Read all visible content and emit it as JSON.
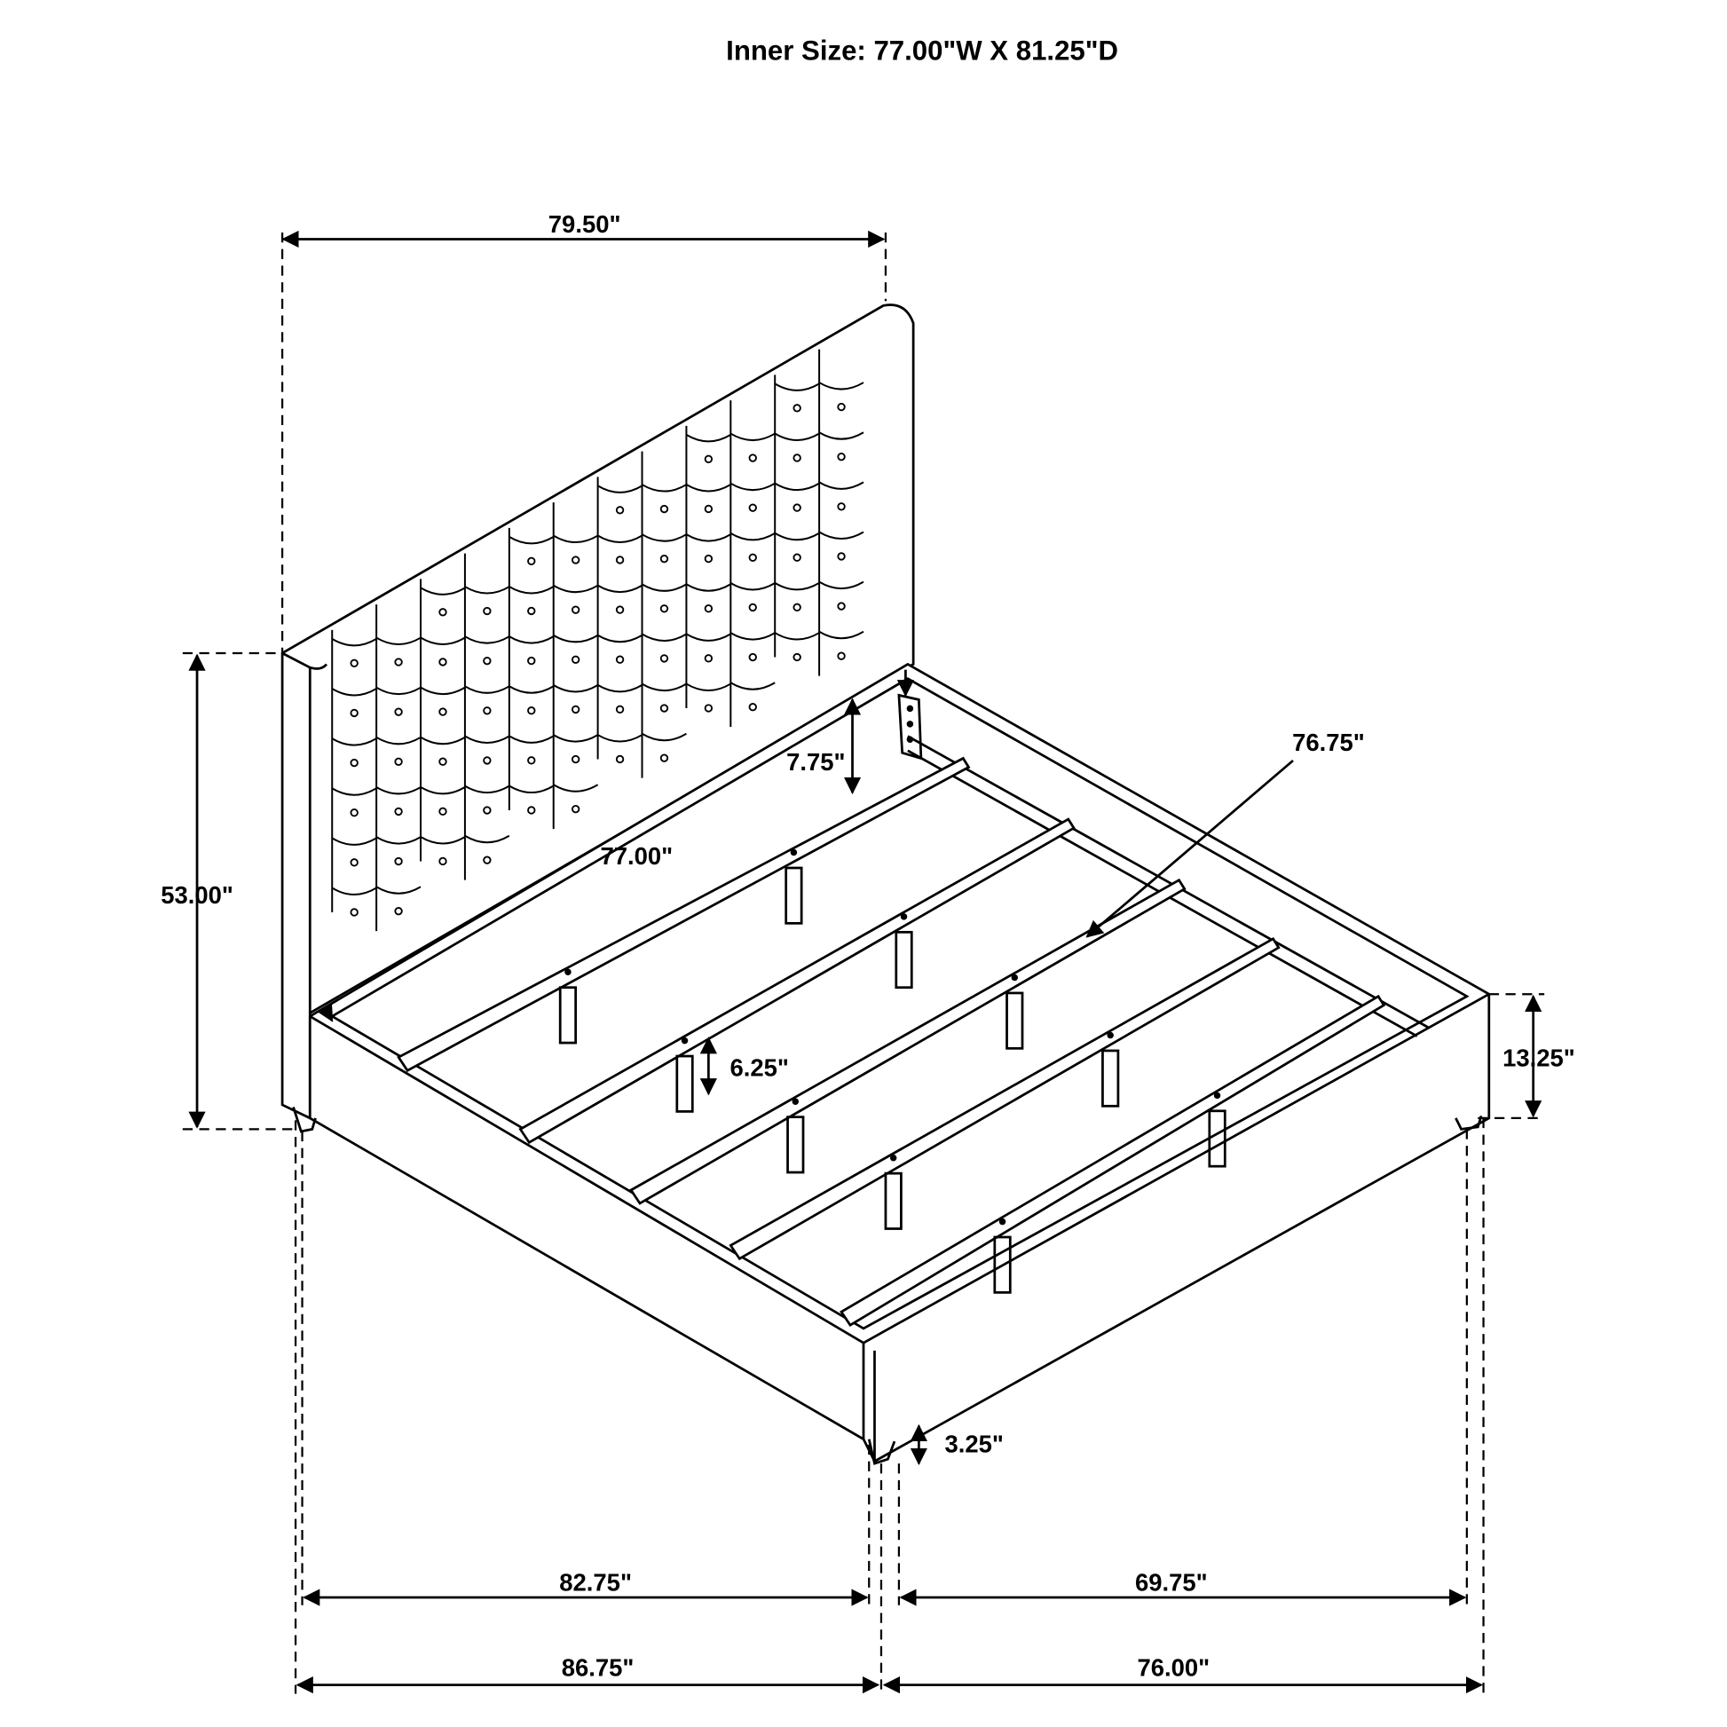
{
  "title": "Inner Size: 77.00\"W X 81.25\"D",
  "dimensions": {
    "headboard_width": "79.50\"",
    "headboard_height": "53.00\"",
    "inner_width": "77.00\"",
    "rail_to_slat": "7.75\"",
    "inner_diagonal": "76.75\"",
    "slat_leg": "6.25\"",
    "rail_height": "13.25\"",
    "leg_height": "3.25\"",
    "inner_length": "82.75\"",
    "inner_width_bottom": "69.75\"",
    "overall_length": "86.75\"",
    "overall_width": "76.00\""
  },
  "colors": {
    "line": "#000000",
    "background": "#ffffff"
  }
}
